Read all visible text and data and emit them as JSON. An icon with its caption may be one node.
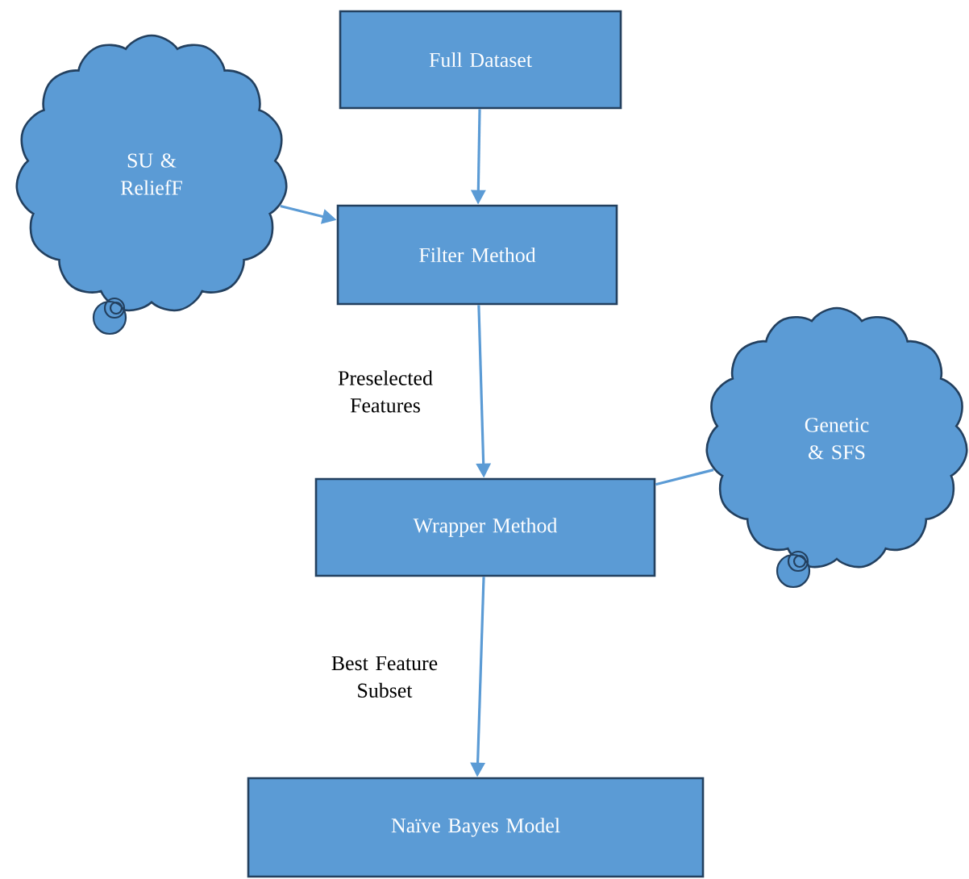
{
  "diagram": {
    "nodes": [
      {
        "text": [
          "Full Dataset"
        ]
      },
      {
        "text": [
          "SU & ReliefF"
        ]
      },
      {
        "text": [
          "Filter  Method"
        ]
      },
      {
        "text": [
          "Genetic & SFS"
        ]
      },
      {
        "text": [
          "Wrapper Method"
        ]
      },
      {
        "text": [
          "Naïve Bayes Model"
        ]
      }
    ],
    "edges": [
      {
        "from": 0,
        "to": 2,
        "arrow": "to"
      },
      {
        "from": 1,
        "to": 2,
        "arrow": "to"
      },
      {
        "from": 2,
        "to": 4,
        "arrow": "to",
        "label": "Preselected Features"
      },
      {
        "from": 3,
        "to": 4,
        "arrow": "none"
      },
      {
        "from": 4,
        "to": 5,
        "arrow": "to",
        "label": "Best Feature Subset"
      }
    ]
  }
}
